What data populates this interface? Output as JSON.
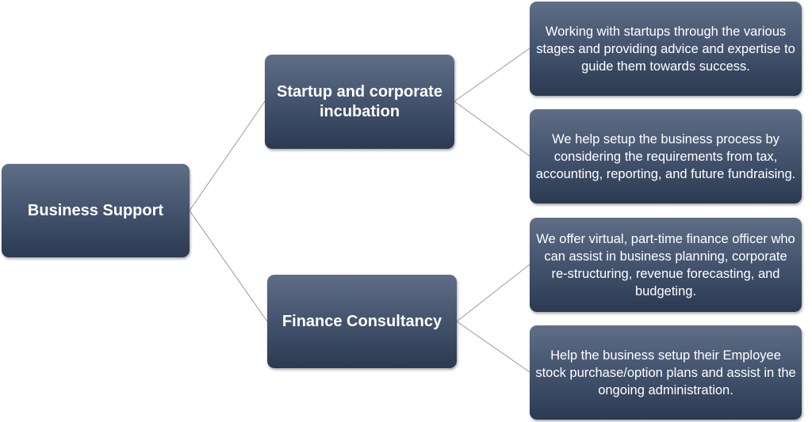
{
  "root": {
    "label": "Business Support"
  },
  "branches": [
    {
      "label": "Startup and corporate incubation",
      "details": [
        "Working with startups through the various stages and providing advice and expertise to guide them towards success.",
        "We help setup the business process by considering the requirements from tax, accounting, reporting, and future fundraising."
      ]
    },
    {
      "label": "Finance Consultancy",
      "details": [
        "We offer virtual, part-time finance officer who can assist in business planning, corporate re-structuring, revenue forecasting, and budgeting.",
        "Help the business setup their Employee stock purchase/option plans and assist in the ongoing administration."
      ]
    }
  ],
  "colors": {
    "node_top": "#5f6e86",
    "node_bottom": "#2b3a52",
    "text": "#ffffff",
    "connector": "#9a9a9a"
  }
}
